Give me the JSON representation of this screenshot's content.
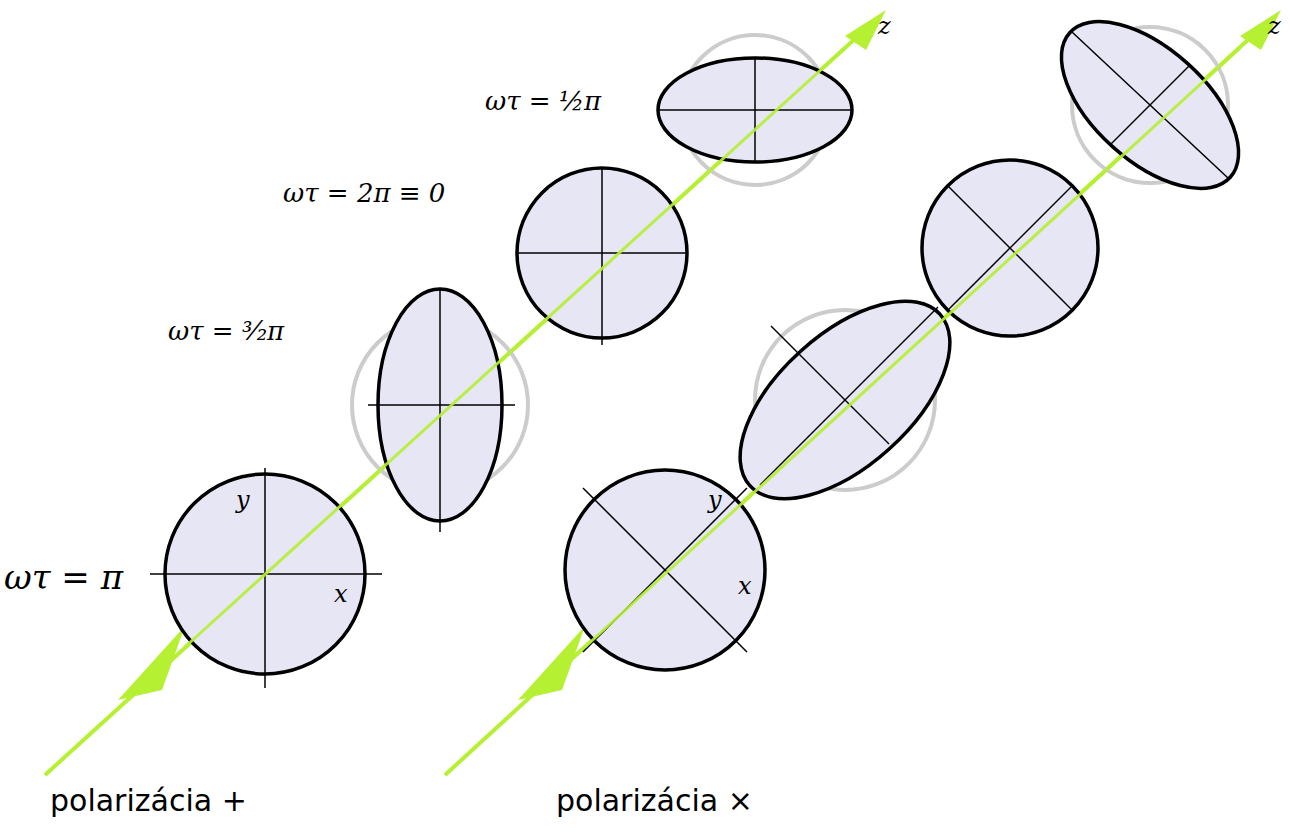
{
  "diagram": {
    "labels": [
      "ωτ = ½π",
      "ωτ = 2π ≡ 0",
      "ωτ = ³⁄₂π",
      "ωτ = π",
      "y",
      "x",
      "z",
      "z",
      "y",
      "x",
      "polarizácia +",
      "polarizácia ×"
    ]
  }
}
